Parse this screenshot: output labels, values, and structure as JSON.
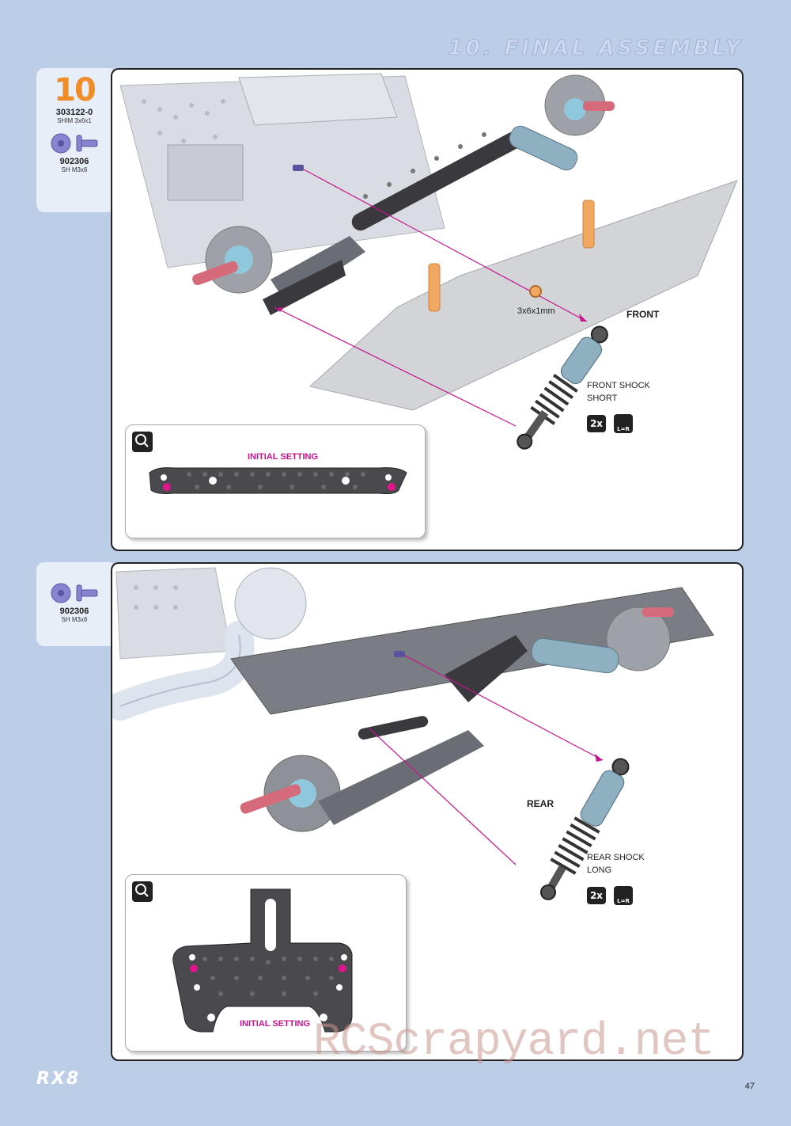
{
  "header": {
    "section_title": "10. FINAL ASSEMBLY"
  },
  "step1": {
    "step_number": "10",
    "parts": [
      {
        "code": "303122-0",
        "desc": "SHIM 3x6x1"
      },
      {
        "code": "902306",
        "desc": "SH M3x6"
      }
    ],
    "shim_label": "3x6x1mm",
    "direction_label": "FRONT",
    "shock_label_line1": "FRONT SHOCK",
    "shock_label_line2": "SHORT",
    "quantity_badge": "2x",
    "lr_badge": "L=R",
    "detail_label": "INITIAL SETTING"
  },
  "step2": {
    "parts": [
      {
        "code": "902306",
        "desc": "SH M3x6"
      }
    ],
    "direction_label": "REAR",
    "shock_label_line1": "REAR SHOCK",
    "shock_label_line2": "LONG",
    "quantity_badge": "2x",
    "lr_badge": "L=R",
    "detail_label": "INITIAL SETTING"
  },
  "footer": {
    "logo": "RX8",
    "page_number": "47"
  },
  "watermark": "RCScrapyard.net",
  "colors": {
    "page_bg": "#bccde8",
    "accent_orange": "#f08c28",
    "accent_magenta": "#c8148c",
    "screw_purple": "#8a84d0"
  }
}
